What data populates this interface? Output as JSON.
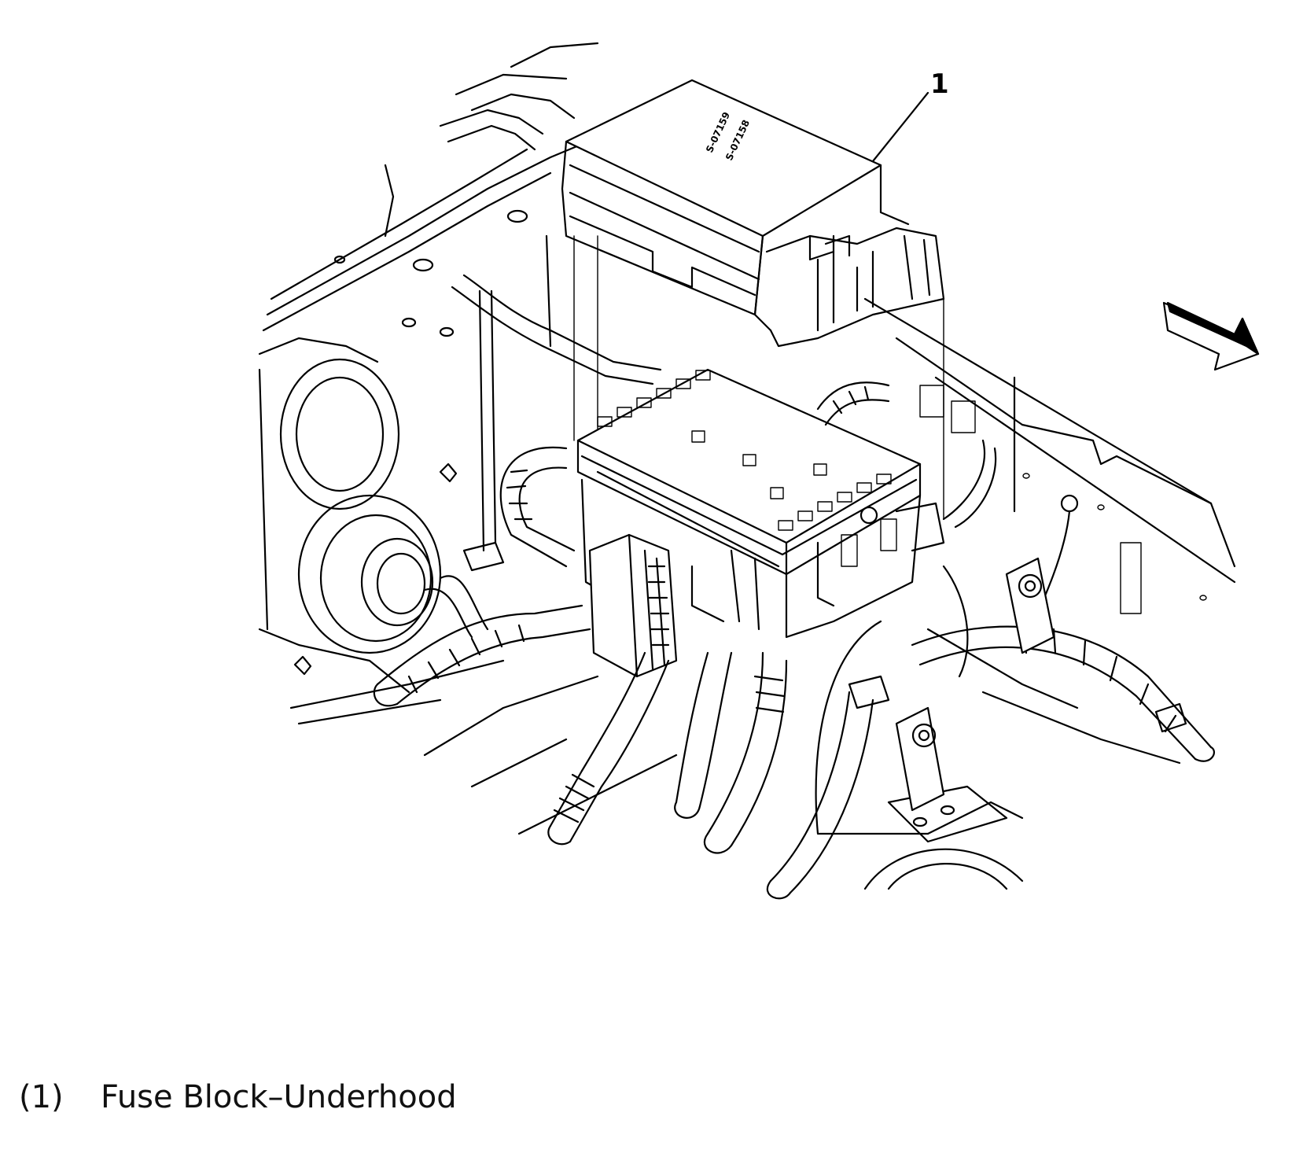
{
  "diagram": {
    "callouts": [
      {
        "number": "1",
        "label": "Fuse Block–Underhood"
      }
    ],
    "legend": [
      {
        "number": "(1)",
        "label": "Fuse Block–Underhood"
      }
    ],
    "cover_markings": [
      "S-07159",
      "S-07158"
    ],
    "direction_arrow": "front-of-vehicle-arrow-icon"
  }
}
